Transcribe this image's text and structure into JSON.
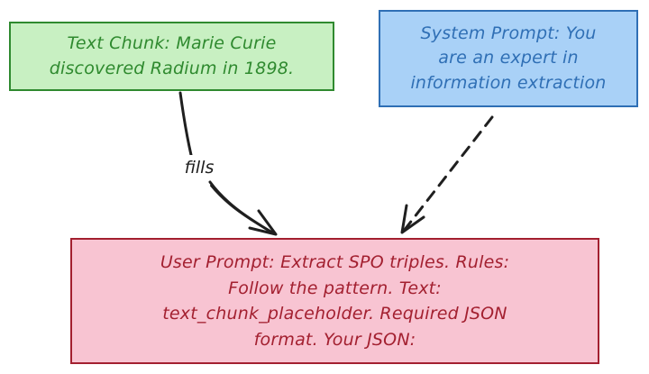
{
  "nodes": {
    "text_chunk": {
      "label": "Text Chunk: Marie Curie\ndiscovered Radium in 1898.",
      "fill": "#c8f0c2",
      "stroke": "#2f8a2f"
    },
    "system_prompt": {
      "label": "System Prompt: You\nare an expert in\ninformation extraction",
      "fill": "#a9d1f7",
      "stroke": "#2f6fb5"
    },
    "user_prompt": {
      "label": "User Prompt: Extract SPO triples. Rules:\nFollow the pattern. Text:\ntext_chunk_placeholder. Required JSON\nformat. Your JSON:",
      "fill": "#f8c4d2",
      "stroke": "#a32030"
    }
  },
  "edges": {
    "fills": {
      "from": "text_chunk",
      "to": "user_prompt",
      "label": "fills",
      "style": "solid"
    },
    "system_to_user": {
      "from": "system_prompt",
      "to": "user_prompt",
      "style": "dashed"
    }
  }
}
